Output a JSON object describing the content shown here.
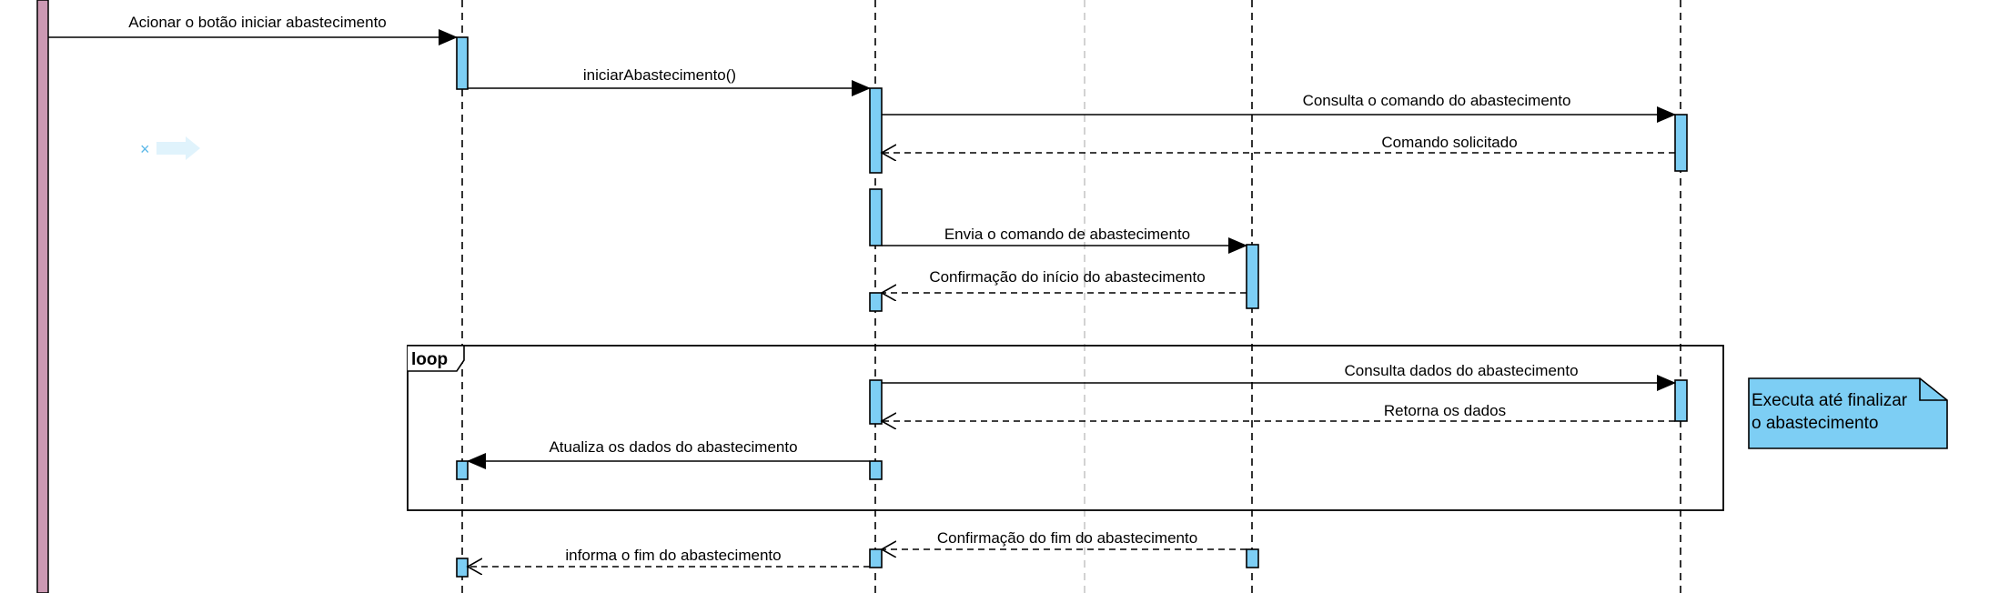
{
  "messages": {
    "m1": "Acionar o botão iniciar abastecimento",
    "m2": "iniciarAbastecimento()",
    "m3": "Consulta o comando do abastecimento",
    "m4": "Comando solicitado",
    "m5": "Envia o comando de abastecimento",
    "m6": "Confirmação do início do abastecimento",
    "m7": "Consulta dados do abastecimento",
    "m8": "Retorna os dados",
    "m9": "Atualiza os dados do abastecimento",
    "m10": "Confirmação do fim do abastecimento",
    "m11": "informa o fim do abastecimento"
  },
  "loop_frame": {
    "label": "loop"
  },
  "note": {
    "line1": "Executa até finalizar",
    "line2": "o abastecimento"
  },
  "colors": {
    "activation_fill": "#7dcef4",
    "actor_bar": "#cc99b3",
    "line": "#000000",
    "guide": "#b3b3b3"
  }
}
